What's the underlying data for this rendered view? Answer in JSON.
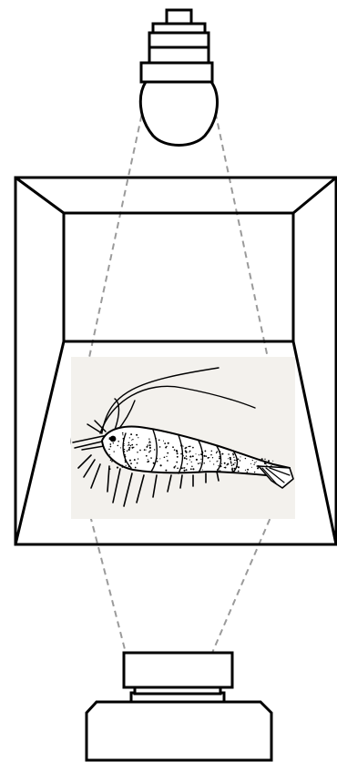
{
  "diagram": {
    "stroke_color": "#000000",
    "beam_color": "#9a9a9a",
    "background_color": "#ffffff",
    "specimen_fill": "#f3f1ed",
    "components": [
      {
        "name": "lamp",
        "icon": "light-bulb-icon"
      },
      {
        "name": "viewing-box",
        "icon": "open-box-icon"
      },
      {
        "name": "specimen",
        "icon": "shrimp-icon"
      },
      {
        "name": "camera",
        "icon": "camera-icon"
      }
    ]
  }
}
